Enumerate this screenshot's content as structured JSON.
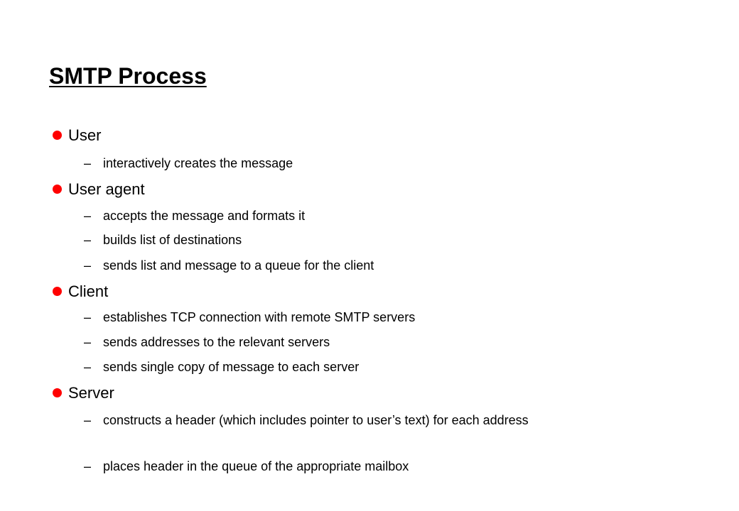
{
  "slide": {
    "title": "SMTP Process",
    "sections": [
      {
        "label": "User",
        "items": [
          "interactively creates the message"
        ]
      },
      {
        "label": "User agent",
        "items": [
          "accepts the message and formats it",
          "builds list of destinations",
          "sends list and message to a queue for the client"
        ]
      },
      {
        "label": "Client",
        "items": [
          "establishes TCP connection with remote SMTP servers",
          "sends addresses to the relevant servers",
          "sends single copy of message to each server"
        ]
      },
      {
        "label": "Server",
        "items": [
          "constructs a header (which includes pointer to user’s text) for each address",
          "places header in the queue of the appropriate mailbox"
        ]
      }
    ],
    "dash_char": "–",
    "bullet_color": "#ff0000"
  }
}
